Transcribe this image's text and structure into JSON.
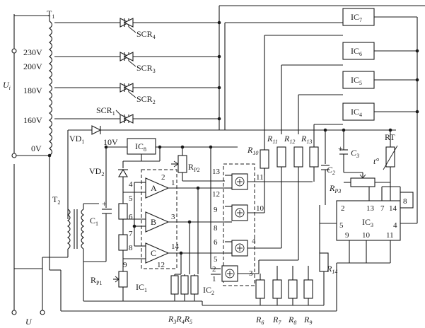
{
  "transformer_main": {
    "label": "T",
    "sub": "1"
  },
  "input_voltage": {
    "label": "U",
    "sub": "i"
  },
  "output_voltage": {
    "label": "U"
  },
  "taps": [
    "230V",
    "200V",
    "180V",
    "160V",
    "0V"
  ],
  "scr": [
    {
      "label": "SCR",
      "sub": "4"
    },
    {
      "label": "SCR",
      "sub": "3"
    },
    {
      "label": "SCR",
      "sub": "2"
    },
    {
      "label": "SCR",
      "sub": "1"
    }
  ],
  "ic_drivers": [
    {
      "label": "IC",
      "sub": "7"
    },
    {
      "label": "IC",
      "sub": "6"
    },
    {
      "label": "IC",
      "sub": "5"
    },
    {
      "label": "IC",
      "sub": "4"
    }
  ],
  "supply": {
    "vd1": {
      "label": "VD",
      "sub": "1"
    },
    "vd2": {
      "label": "VD",
      "sub": "2"
    },
    "rail": "10V",
    "ic8": {
      "label": "IC",
      "sub": "8"
    },
    "t2": {
      "label": "T",
      "sub": "2"
    },
    "c1": {
      "label": "C",
      "sub": "1"
    }
  },
  "ic1": {
    "label": "IC",
    "sub": "1",
    "amps": [
      "A",
      "B",
      "C"
    ],
    "pins": [
      "4",
      "5",
      "6",
      "7",
      "8",
      "9",
      "2",
      "1",
      "3",
      "14",
      "12"
    ],
    "rp1": {
      "label": "R",
      "sub": "P1"
    },
    "rp2": {
      "label": "R",
      "sub": "P2"
    }
  },
  "ic2": {
    "label": "IC",
    "sub": "2",
    "pins": [
      "13",
      "11",
      "12",
      "10",
      "9",
      "8",
      "4",
      "6",
      "5",
      "2",
      "3",
      "1"
    ]
  },
  "resistors_top": [
    {
      "label": "R",
      "sub": "10"
    },
    {
      "label": "R",
      "sub": "11"
    },
    {
      "label": "R",
      "sub": "12"
    },
    {
      "label": "R",
      "sub": "13"
    }
  ],
  "resistors_bottom_left": [
    "R",
    "3",
    "R",
    "4",
    "R",
    "5"
  ],
  "resistors_bottom_right": [
    {
      "label": "R",
      "sub": "6"
    },
    {
      "label": "R",
      "sub": "7"
    },
    {
      "label": "R",
      "sub": "8"
    },
    {
      "label": "R",
      "sub": "9"
    }
  ],
  "ic3": {
    "label": "IC",
    "sub": "3",
    "pins_top": [
      "2",
      "13",
      "7",
      "14"
    ],
    "pin_left": "5",
    "pin_right": "4",
    "pins_bottom": [
      "9",
      "10",
      "11"
    ],
    "pin_8": "8",
    "c2": {
      "label": "C",
      "sub": "2"
    },
    "c3": {
      "label": "C",
      "sub": "3"
    },
    "rp3": {
      "label": "R",
      "sub": "P3"
    },
    "rt": "RT",
    "temp": "t°",
    "r14": {
      "label": "R",
      "sub": "14"
    }
  }
}
